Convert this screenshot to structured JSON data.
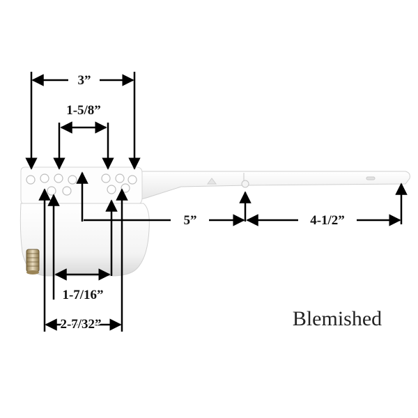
{
  "product": {
    "note": "Blemished",
    "body_color": "#fbfbfb",
    "shadow_color": "#c9c9c9",
    "fitting_color": "#b89a62"
  },
  "dimensions": {
    "line_color": "#000000",
    "labels": {
      "d1": "3”",
      "d2": "1-5/8”",
      "d3": "5”",
      "d4": "4-1/2”",
      "d5": "1-7/16”",
      "d6": "2-7/32”"
    }
  }
}
